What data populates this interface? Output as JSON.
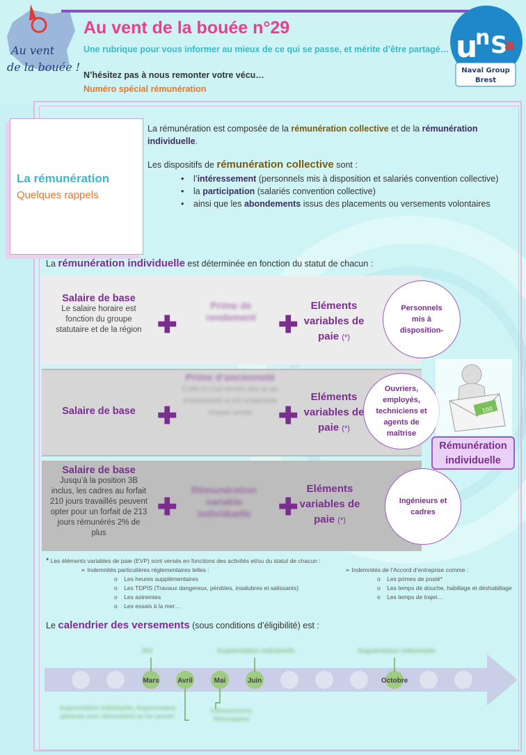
{
  "header": {
    "logo_text": "Au vent de la bouée !",
    "title": "Au vent de la bouée n°29",
    "subtitle": "Une rubrique pour vous informer au mieux de ce qui se passe, et mérite d’être partagé…",
    "call_to_action": "N’hésitez pas à nous remonter votre vécu…",
    "special_issue": "Numéro spécial rémunération",
    "union_logo_text": "UNSA",
    "union_logo_sub": "Naval Group Brest"
  },
  "side_card": {
    "title": "La rémunération",
    "subtitle": "Quelques rappels"
  },
  "intro": {
    "p1_a": "La rémunération  est composée de la ",
    "p1_b": "rémunération collective",
    "p1_c": " et de la ",
    "p1_d": "rémunération individuelle",
    "p1_e": ".",
    "p2_a": "Les dispositifs de ",
    "p2_b": "rémunération collective",
    "p2_c": " sont :",
    "bullets": [
      {
        "a": "l’",
        "b": "intéressement",
        "c": " (personnels mis à disposition et salariés convention collective)"
      },
      {
        "a": "la ",
        "b": "participation",
        "c": " (salariés convention collective)"
      },
      {
        "a": "ainsi que les ",
        "b": "abondements",
        "c": " issus des placements ou versements volontaires"
      }
    ]
  },
  "individual": {
    "a": "La ",
    "b": "rémunération individuelle",
    "c": " est déterminée en fonction  du statut de chacun :"
  },
  "rows": [
    {
      "col1_title": "Salaire de base",
      "col1_desc": "Le salaire horaire est fonction du groupe statutaire et de la région",
      "col2": "Prime de rendement",
      "col3_a": "Eléments variables de paie",
      "col3_b": "(*)",
      "circle": "Personnels mis à disposition-"
    },
    {
      "col1_title": "Salaire de base",
      "col1_desc": "",
      "col2": "Prime d’ancienneté",
      "col2_sub": "Celle-ci n’est versée dès un an d’ancienneté et est revalorisée chaque année",
      "col3_a": "Eléments variables de paie",
      "col3_b": "(*)",
      "circle": "Ouvriers, employés, techniciens et agents de maîtrise"
    },
    {
      "col1_title": "Salaire de base",
      "col1_desc": "Jusqu’à la position 3B inclus, les cadres au forfait 210 jours travaillés peuvent opter pour un forfait de 213 jours rémunérés 2% de plus",
      "col2": "Rémunération variable individuelle",
      "col3_a": "Eléments variables de paie",
      "col3_b": "(*)",
      "circle": "Ingénieurs et cadres"
    }
  ],
  "badge": "Rémunération individuelle",
  "footnote": {
    "star": "*",
    "intro": " Les éléments variables de paie (EVP) sont versés en fonctions des activités et/ou du statut de chacun :",
    "left_title": "Indemnités particulières réglementaires telles :",
    "left_items": [
      "Les heures supplémentaires",
      "Les TDPIS (Travaux dangereux, pénibles, insalubres et salissants)",
      "Les astreintes",
      "Les essais à la mer…"
    ],
    "right_title": "Indemnités de l’Accord d’entreprise comme :",
    "right_items": [
      "Les primes de posté*",
      "Les temps de douche, habillage et déshabillage",
      "Les temps de trajet…"
    ]
  },
  "calendar": {
    "a": "Le ",
    "b": "calendrier des versements",
    "c": " (sous conditions d’éligibilité) est :",
    "months": [
      "Mars",
      "Avril",
      "Mai",
      "Juin",
      "Octobre"
    ],
    "top_labels": [
      "RVI",
      "Augmentation individuelle",
      "Augmentation individuelle"
    ],
    "bottom_labels": [
      "Augmentation individuelle, Augmentation générale avec rétroactivité au 1er janvier",
      "Intéressement, Participation"
    ]
  },
  "colors": {
    "background": "#c8f1f3",
    "title_pink": "#e8408c",
    "teal": "#3bb8c8",
    "orange": "#e8762c",
    "purple": "#7a2f8f",
    "green_dot": "#9ccb7a",
    "timeline": "#c9cfe6"
  }
}
